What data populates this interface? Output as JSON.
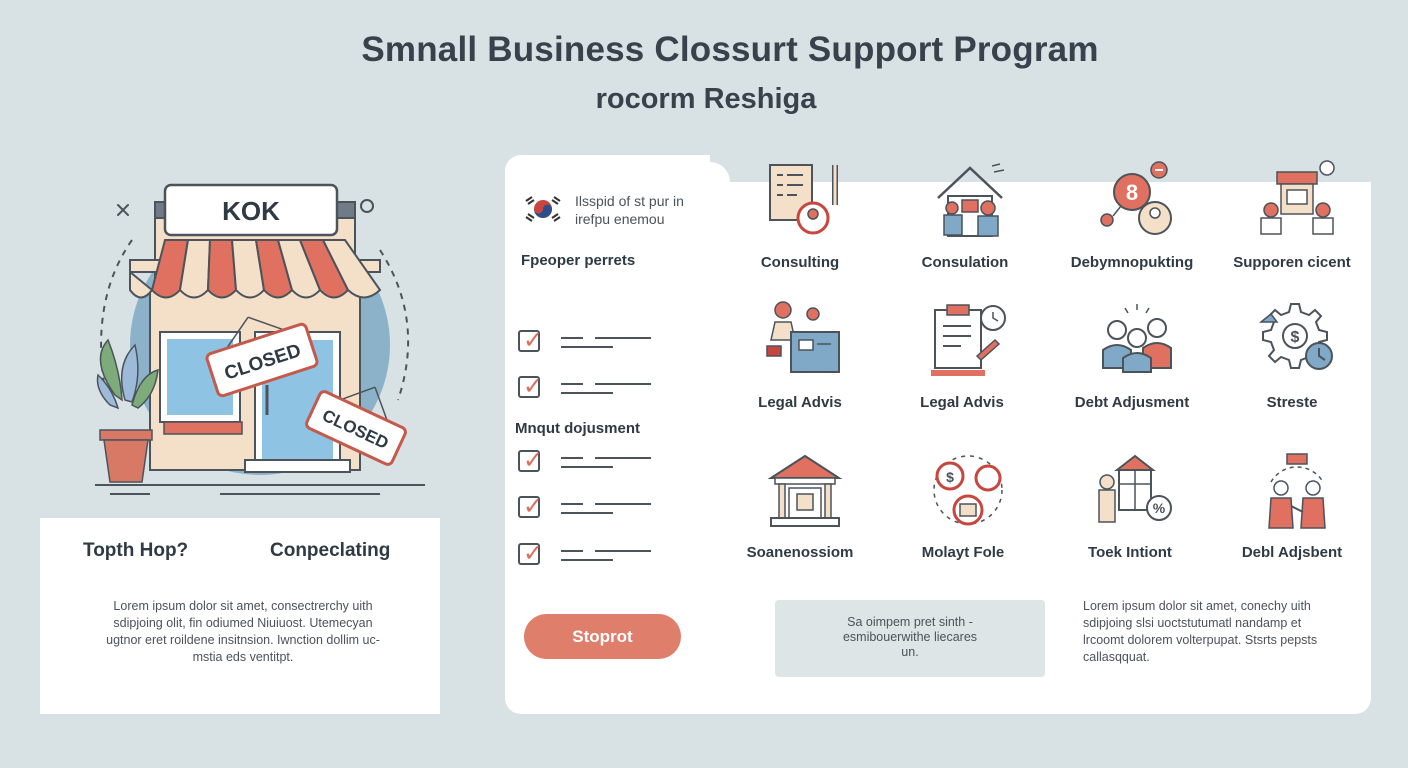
{
  "header": {
    "title": "Smnall Business Clossurt Support Program",
    "subtitle": "rocorm Reshiga"
  },
  "store": {
    "sign": "KOK",
    "closed_sign_1": "CLOSED",
    "closed_sign_2": "CLOSED"
  },
  "left_card": {
    "heading_left": "Topth Hop?",
    "heading_right": "Conpeclating",
    "body": [
      "Lorem ipsum dolor sit amet, consectrerchy uith",
      "sdipjoing olit, fin odiumed Niuiuost. Utemecyan",
      "ugtnor eret roildene insitnsion. Iwnction dollim uc-",
      "mstia eds ventitpt."
    ]
  },
  "main": {
    "flag_text": [
      "Ilsspid of st pur in",
      "irefpu enemou"
    ],
    "section1_label": "Fpeoper perrets",
    "section2_label": "Mnqut dojusment",
    "support_button": "Stoprot",
    "note_box": [
      "Sa oimpem pret sinth -",
      "esmibouerwithe liecares",
      "un."
    ],
    "right_text": [
      "Lorem ipsum dolor sit amet, conechy uith",
      "sdipjoing slsi uoctstutumatl nandamp et",
      "lrcoomt dolorem volterpupat. Stsrts pepsts",
      "callasqquat."
    ]
  },
  "services": [
    {
      "label": "Consulting",
      "icon": "checklist-icon"
    },
    {
      "label": "Consulation",
      "icon": "house-meeting-icon"
    },
    {
      "label": "Debymnopukting",
      "icon": "debt-network-icon"
    },
    {
      "label": "Supporen cicent",
      "icon": "shop-people-icon"
    },
    {
      "label": "Legal Advis",
      "icon": "desk-advisor-icon"
    },
    {
      "label": "Legal Advis",
      "icon": "clipboard-clock-icon"
    },
    {
      "label": "Debt Adjusment",
      "icon": "group-people-icon"
    },
    {
      "label": "Streste",
      "icon": "gear-clock-icon"
    },
    {
      "label": "Soanenossiom",
      "icon": "bank-building-icon"
    },
    {
      "label": "Molayt Fole",
      "icon": "gears-shop-icon"
    },
    {
      "label": "Toek Intiont",
      "icon": "shop-percent-icon"
    },
    {
      "label": "Debl Adjsbent",
      "icon": "people-cycle-icon"
    }
  ],
  "colors": {
    "accent": "#e07e6c",
    "background": "#d8e2e4",
    "text": "#2f3a45",
    "awning_red": "#e07060",
    "window_blue": "#8fc3e3"
  }
}
